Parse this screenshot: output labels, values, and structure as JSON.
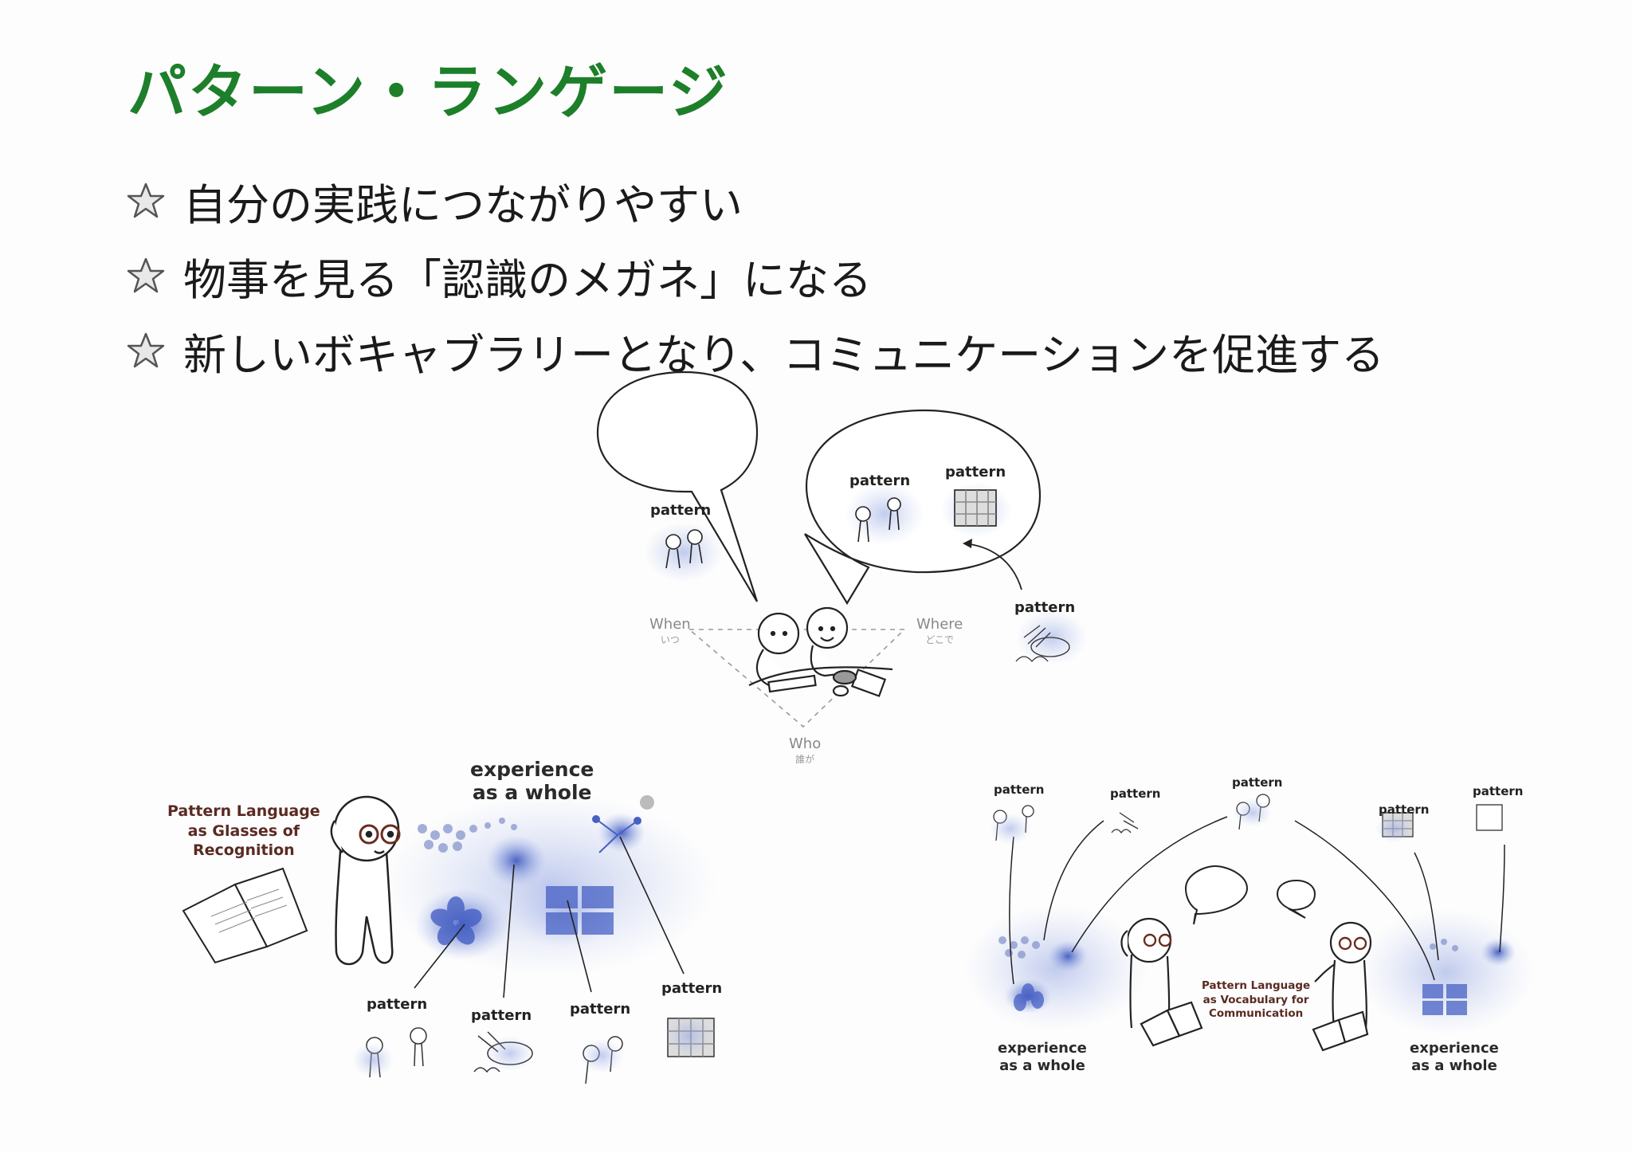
{
  "slide": {
    "title": "パターン・ランゲージ",
    "title_color": "#1d7f2a",
    "bullets": [
      "自分の実践につながりやすい",
      "物事を見る「認識のメガネ」になる",
      "新しいボキャブラリーとなり、コミュニケーションを促進する"
    ],
    "bullet_icon": "star-icon"
  },
  "top_illustration": {
    "bubble_left_label": "pattern",
    "bubble_right_labels": [
      "pattern",
      "pattern"
    ],
    "outside_label": "pattern",
    "when": "When",
    "when_sub": "いつ",
    "where": "Where",
    "where_sub": "どこで",
    "who": "Who",
    "who_sub": "誰が"
  },
  "left_illustration": {
    "caption": "Pattern Language\nas Glasses of\nRecognition",
    "experience": "experience\nas a whole",
    "patterns": [
      "pattern",
      "pattern",
      "pattern",
      "pattern"
    ]
  },
  "right_illustration": {
    "patterns": [
      "pattern",
      "pattern",
      "pattern",
      "pattern",
      "pattern"
    ],
    "experience_left": "experience\nas a whole",
    "experience_right": "experience\nas a whole",
    "caption": "Pattern Language\nas Vocabulary for\nCommunication"
  }
}
